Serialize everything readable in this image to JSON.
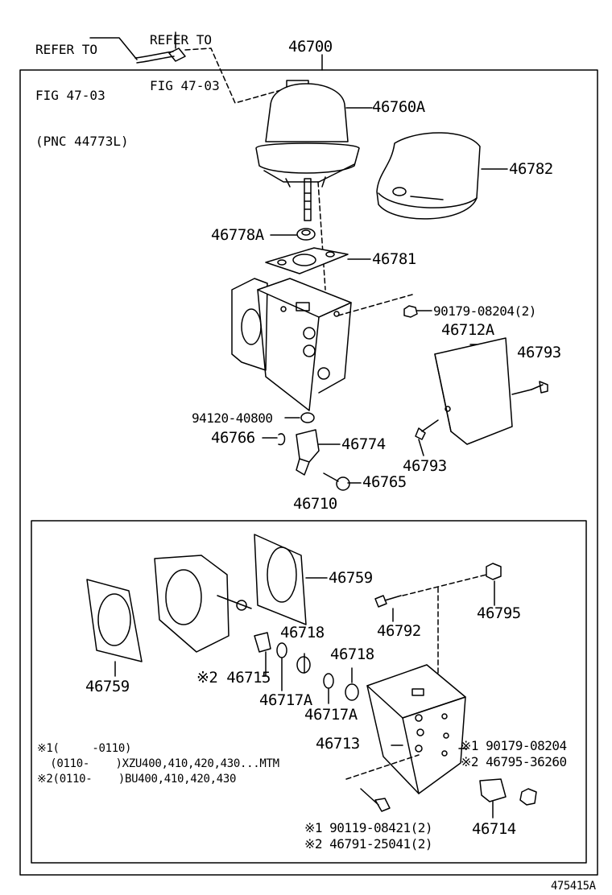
{
  "references": {
    "left": [
      "REFER TO",
      "FIG 47-03",
      "(PNC 44773L)"
    ],
    "right": [
      "REFER TO",
      "FIG 47-03"
    ]
  },
  "assembly_label": "46700",
  "subassembly_label": "46710",
  "parts": {
    "p46760A": "46760A",
    "p46782": "46782",
    "p46778A": "46778A",
    "p46781": "46781",
    "p90179_08204_2": "90179-08204(2)",
    "p46712A": "46712A",
    "p46793_a": "46793",
    "p46793_b": "46793",
    "p94120_40800": "94120-40800",
    "p46766": "46766",
    "p46774": "46774",
    "p46765": "46765",
    "p46759_a": "46759",
    "p46759_b": "46759",
    "p46718_a": "46718",
    "p46718_b": "46718",
    "p46715": "※2 46715",
    "p46717A_a": "46717A",
    "p46717A_b": "46717A",
    "p46792": "46792",
    "p46795": "46795",
    "p46713": "46713",
    "p46714": "46714",
    "alt_1a": "※1 90179-08204",
    "alt_2a": "※2 46795-36260",
    "alt_1b": "※1  90119-08421(2)",
    "alt_2b": "※2  46791-25041(2)"
  },
  "notes": [
    "※1(     -0110)",
    "  (0110-    )XZU400,410,420,430...MTM",
    "※2(0110-    )BU400,410,420,430"
  ],
  "figure_code": "475415A"
}
